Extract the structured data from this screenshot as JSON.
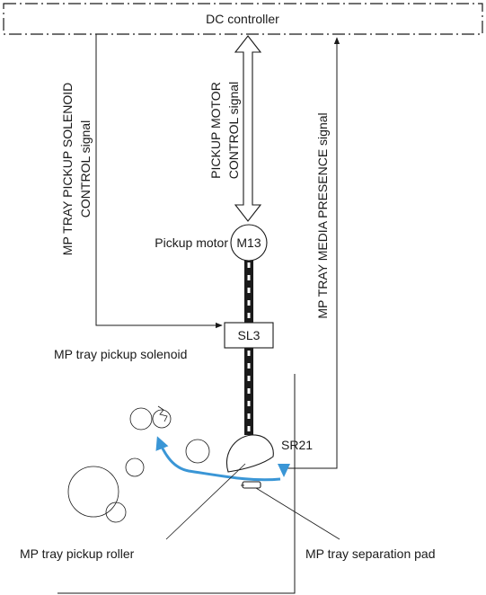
{
  "controller": {
    "label": "DC controller"
  },
  "signals": {
    "solenoid_line1": "MP TRAY PICKUP SOLENOID",
    "solenoid_line2": "CONTROL signal",
    "motor_line1": "PICKUP MOTOR",
    "motor_line2": "CONTROL signal",
    "media_presence": "MP TRAY MEDIA PRESENCE signal"
  },
  "components": {
    "motor_id": "M13",
    "motor_label": "Pickup motor",
    "solenoid_id": "SL3",
    "solenoid_label": "MP tray pickup solenoid",
    "sensor_id": "SR21",
    "roller_label": "MP tray pickup roller",
    "pad_label": "MP tray separation pad"
  },
  "colors": {
    "line": "#1a1a1a",
    "paper_path": "#3a96d6",
    "background": "#ffffff"
  }
}
